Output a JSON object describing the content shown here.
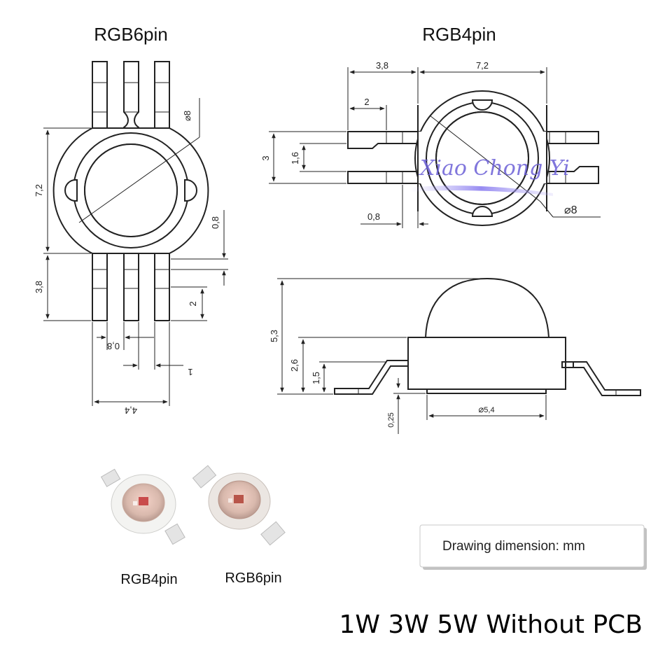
{
  "titles": {
    "rgb6": "RGB6pin",
    "rgb4": "RGB4pin"
  },
  "dims6": {
    "d_height": "7,2",
    "d_pin_length": "3,8",
    "d_pin_gap": "0,8",
    "d_pin_seg": "2",
    "d_bottom_gap": "0,8",
    "d_one": "1",
    "d_width": "4,4",
    "d_diameter": "8",
    "diameter_symbol": "⌀"
  },
  "dims4": {
    "d_top_left": "3,8",
    "d_top_width": "7,2",
    "d_pin_seg": "2",
    "d_height": "3",
    "d_pitch": "1,6",
    "d_bottom": "0,8",
    "d_diameter": "8",
    "diameter_symbol": "⌀"
  },
  "side": {
    "d_total_h": "5,3",
    "d_body_h": "2,6",
    "d_pin_h": "1,5",
    "d_base": "0,25",
    "d_lens": "5,4",
    "diameter_symbol": "⌀"
  },
  "watermark": "Xiao Chong Yi",
  "photo_labels": {
    "rgb4": "RGB4pin",
    "rgb6": "RGB6pin"
  },
  "note": "Drawing dimension: mm",
  "footer": "1W 3W 5W Without PCB"
}
